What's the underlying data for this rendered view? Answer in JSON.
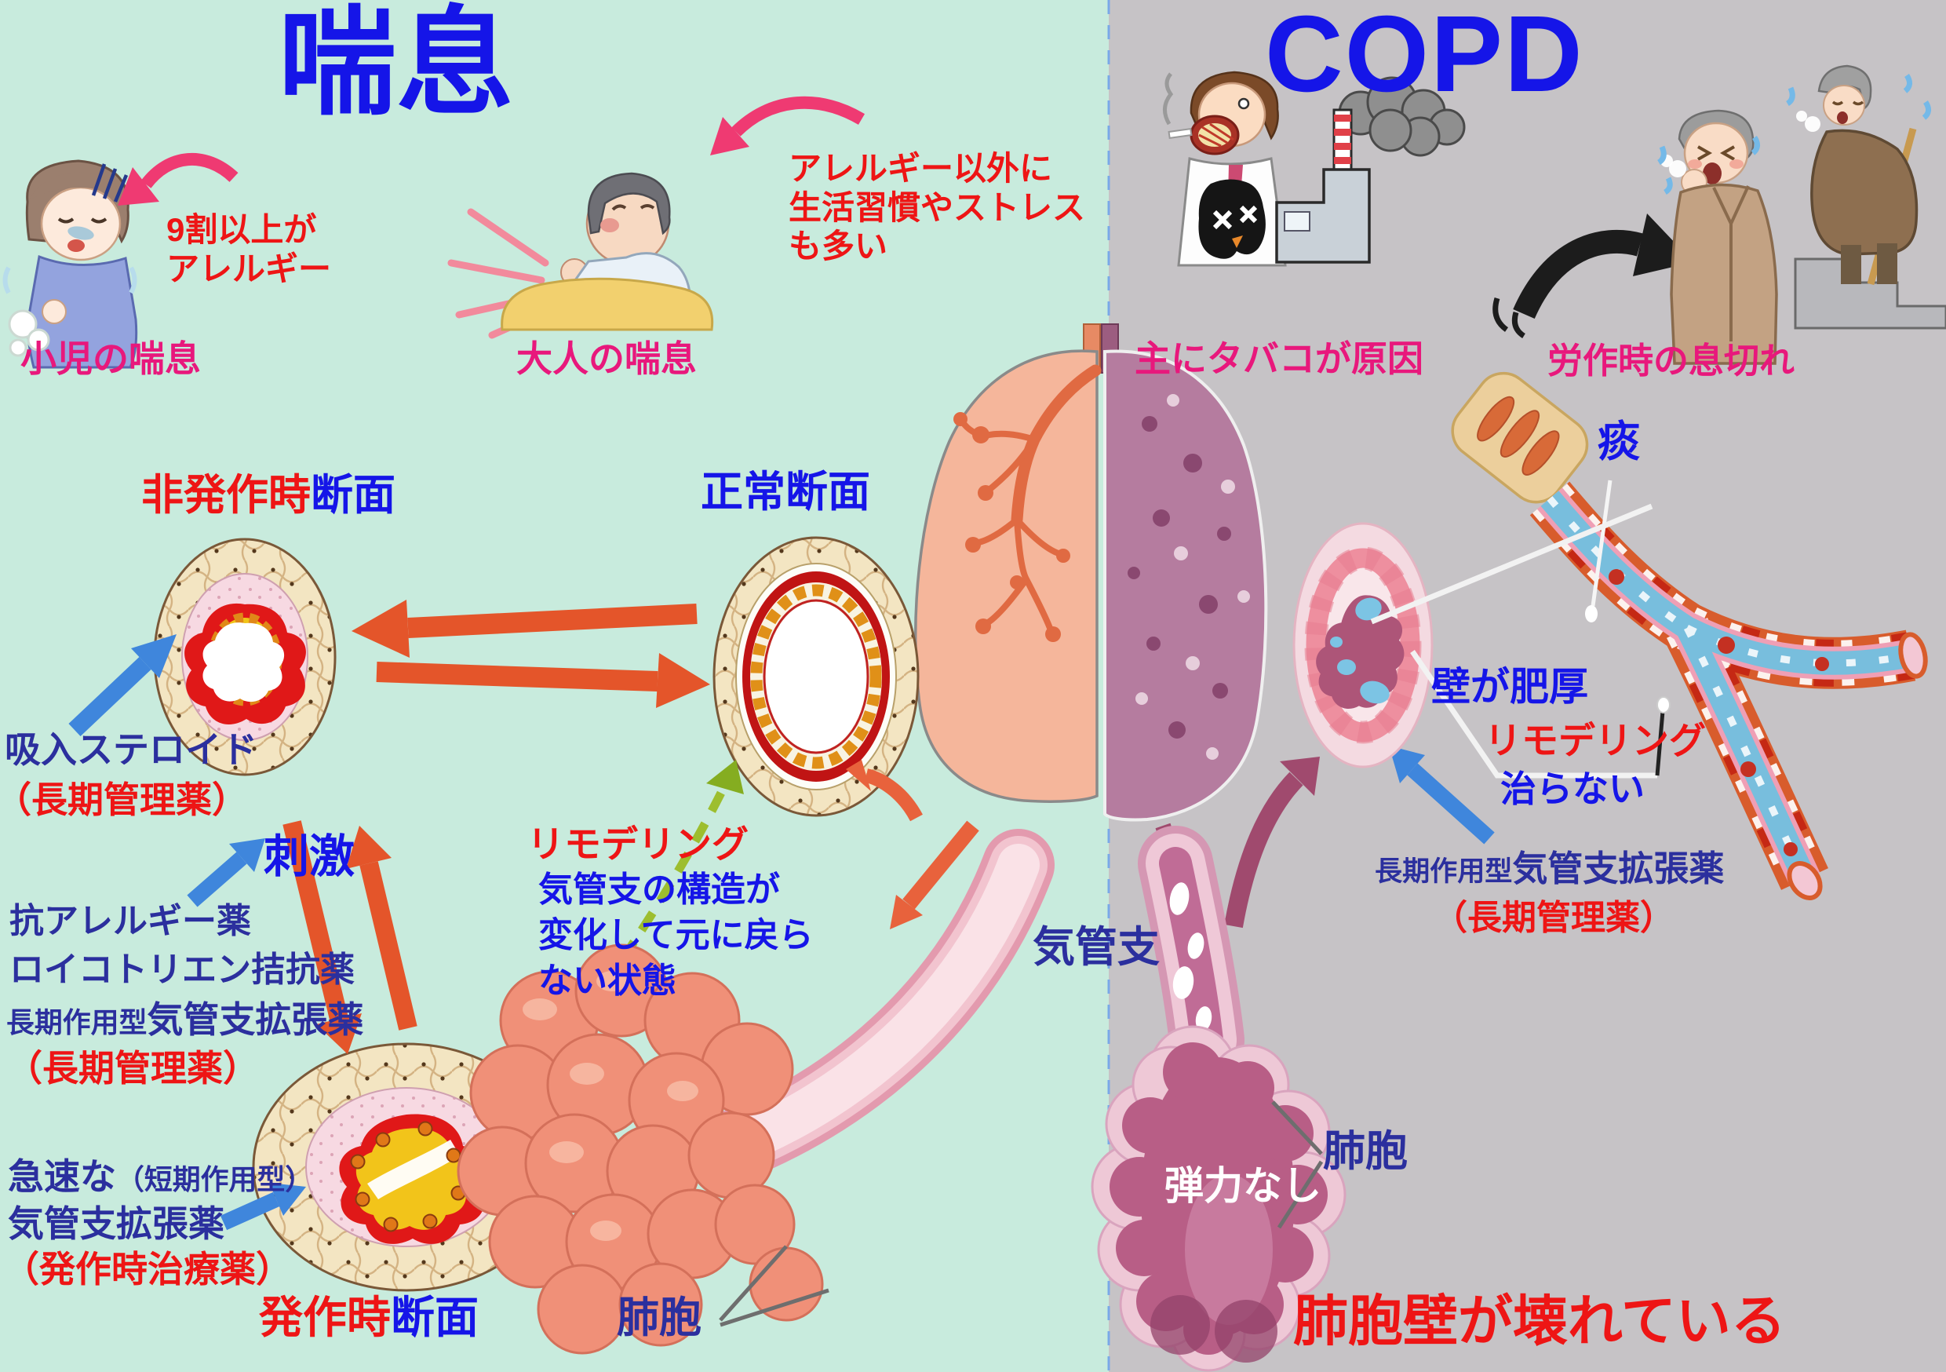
{
  "left": {
    "title": "喘息",
    "child_note1": "9割以上が",
    "child_note2": "アレルギー",
    "child_caption": "小児の喘息",
    "adult_note1": "アレルギー以外に",
    "adult_note2": "生活習慣やストレス",
    "adult_note3": "も多い",
    "adult_caption": "大人の喘息",
    "section_nonattack_red": "非発作時",
    "section_nonattack_blue": "断面",
    "section_normal": "正常断面",
    "steroid": "吸入ステロイド",
    "steroid_note": "（長期管理薬）",
    "stimulus": "刺激",
    "med1": "抗アレルギー薬",
    "med2": "ロイコトリエン拮抗薬",
    "med3_small": "長期作用型",
    "med3_big": "気管支拡張薬",
    "med_note": "（長期管理薬）",
    "remodel_title": "リモデリング",
    "remodel1": "気管支の構造が",
    "remodel2": "変化して元に戻ら",
    "remodel3": "ない状態",
    "rapid_big": "急速な",
    "rapid_small": "（短期作用型）",
    "rapid2": "気管支拡張薬",
    "rapid_note": "（発作時治療薬）",
    "section_attack_red": "発作時",
    "section_attack_blue": "断面",
    "alveoli": "肺胞"
  },
  "center": {
    "bronchus": "気管支"
  },
  "right": {
    "title": "COPD",
    "cause": "主にタバコが原因",
    "exertion": "労作時の息切れ",
    "sputum": "痰",
    "wall": "壁が肥厚",
    "remodel": "リモデリング",
    "no_cure": "治らない",
    "med_small": "長期作用型",
    "med_big": "気管支拡張薬",
    "med_note": "（長期管理薬）",
    "no_elastic": "弾力なし",
    "alveoli": "肺胞",
    "broken_wall": "肺胞壁が壊れている"
  },
  "colors": {
    "asthma_bg": "#c8ebdd",
    "copd_bg": "#c6c3c6",
    "title_blue": "#1515e8",
    "navy": "#2b2f9e",
    "red": "#ee1515",
    "pink_label": "#e8187c",
    "arrow_orange": "#e4552a",
    "arrow_blue": "#3f86dc",
    "arrow_maroon": "#a04a6e",
    "arrow_green": "#9dbe2e"
  }
}
